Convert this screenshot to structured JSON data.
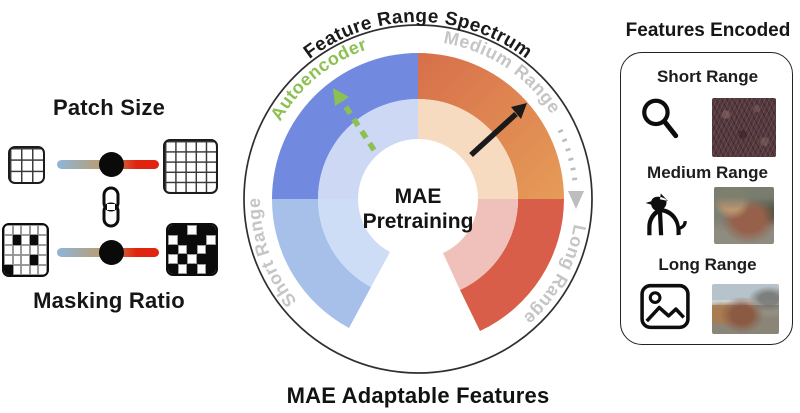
{
  "left_panel": {
    "patch_size_label": "Patch Size",
    "masking_ratio_label": "Masking Ratio",
    "slider_colors": [
      "#8cb6da",
      "#bf9a68",
      "#e0240f"
    ],
    "mask_small": [
      [
        0,
        0,
        0,
        0,
        0
      ],
      [
        0,
        1,
        0,
        1,
        0
      ],
      [
        0,
        0,
        0,
        0,
        0
      ],
      [
        0,
        0,
        0,
        1,
        0
      ],
      [
        1,
        0,
        0,
        0,
        0
      ]
    ],
    "mask_large": [
      [
        1,
        1,
        0,
        1,
        1
      ],
      [
        0,
        1,
        1,
        1,
        0
      ],
      [
        1,
        0,
        1,
        0,
        1
      ],
      [
        0,
        1,
        0,
        1,
        1
      ],
      [
        1,
        0,
        1,
        0,
        1
      ]
    ]
  },
  "gauge": {
    "title": "Feature Range Spectrum",
    "center_line1": "MAE",
    "center_line2": "Pretraining",
    "caption": "MAE Adaptable Features",
    "labels": {
      "autoencoder": "Autoencoder",
      "medium_range": "Medium Range",
      "long_range": "Long Range",
      "short_range": "Short Range"
    },
    "colors": {
      "blue_top_outer": "#7289e0",
      "blue_top_inner": "#ccd8f4",
      "blue_bottom_outer": "#a7c0ea",
      "blue_bottom_inner": "#cdddf6",
      "orange_outer_start": "#d76f4a",
      "orange_outer_end": "#e69c58",
      "orange_inner": "#f6dbc0",
      "red_outer": "#d85e4a",
      "red_inner": "#f0c1bb",
      "autoencoder_green": "#8cc152",
      "label_gray": "#c5c5c5",
      "arrow_black": "#1a1a1a",
      "dotted_gray": "#bdbdbd",
      "outline": "#2f2f2f"
    }
  },
  "right_panel": {
    "title": "Features Encoded",
    "items": [
      {
        "label": "Short Range",
        "icon": "magnifier-icon"
      },
      {
        "label": "Medium Range",
        "icon": "dog-icon"
      },
      {
        "label": "Long Range",
        "icon": "picture-icon"
      }
    ]
  }
}
